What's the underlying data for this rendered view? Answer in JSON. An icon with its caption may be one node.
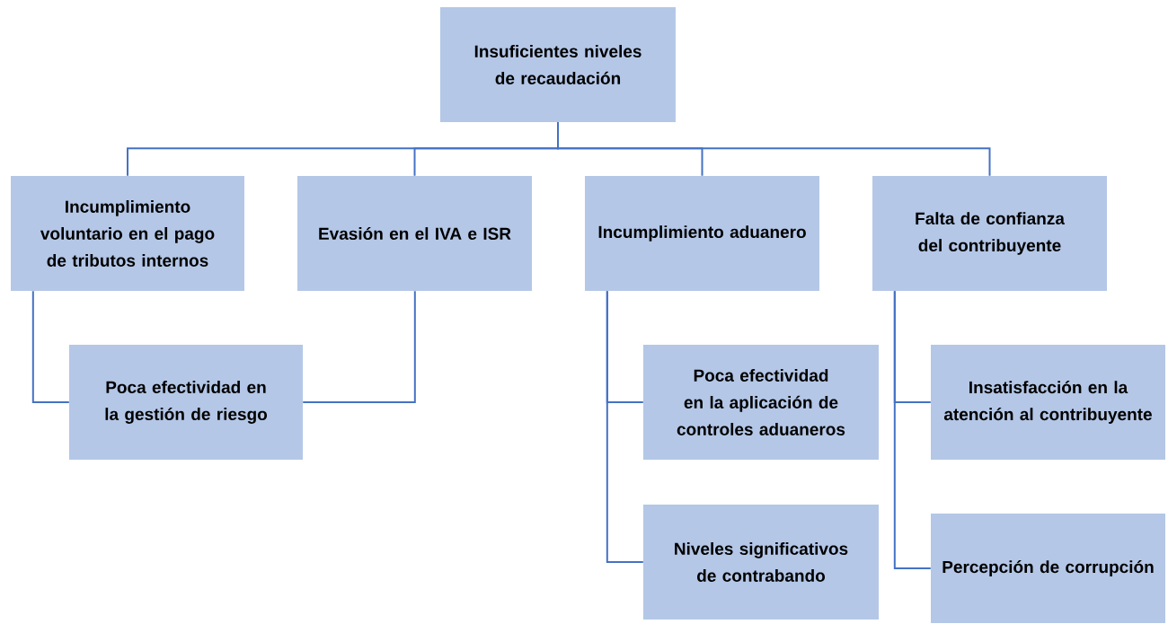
{
  "diagram": {
    "nodes": [
      {
        "text": [
          "Insuficientes niveles de recaudación"
        ]
      },
      {
        "text": [
          "Incumplimiento voluntario en el pago de tributos internos"
        ]
      },
      {
        "text": [
          "Evasión en el IVA e ISR"
        ]
      },
      {
        "text": [
          "Incumplimiento aduanero"
        ]
      },
      {
        "text": [
          "Falta de confianza del contribuyente"
        ]
      },
      {
        "text": [
          "Poca efectividad en la gestión de riesgo"
        ]
      },
      {
        "text": [
          "Poca efectividad en la aplicación de controles aduaneros"
        ]
      },
      {
        "text": [
          "Niveles significativos de contrabando"
        ]
      },
      {
        "text": [
          "Insatisfacción en la atención al contribuyente"
        ]
      },
      {
        "text": [
          "Percepción de corrupción"
        ]
      }
    ],
    "edges": [
      {
        "from": 0,
        "to": 1,
        "arrow": "none"
      },
      {
        "from": 0,
        "to": 2,
        "arrow": "none"
      },
      {
        "from": 0,
        "to": 3,
        "arrow": "none"
      },
      {
        "from": 0,
        "to": 4,
        "arrow": "none"
      },
      {
        "from": 1,
        "to": 5,
        "arrow": "none"
      },
      {
        "from": 2,
        "to": 5,
        "arrow": "none"
      },
      {
        "from": 3,
        "to": 6,
        "arrow": "none"
      },
      {
        "from": 3,
        "to": 7,
        "arrow": "none"
      },
      {
        "from": 4,
        "to": 8,
        "arrow": "none"
      },
      {
        "from": 4,
        "to": 9,
        "arrow": "none"
      }
    ]
  }
}
